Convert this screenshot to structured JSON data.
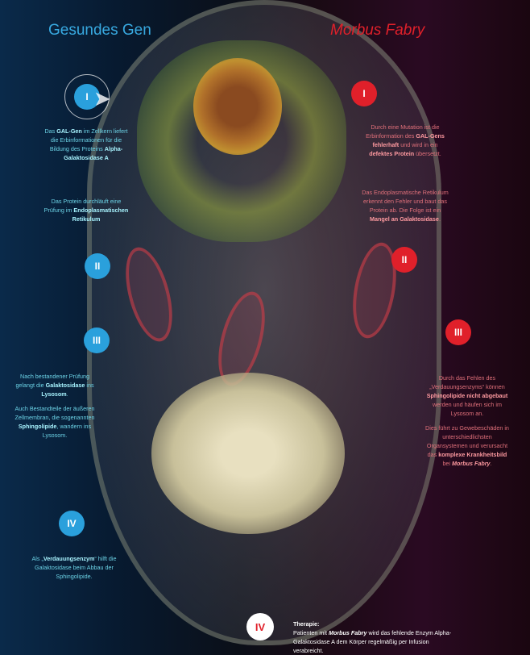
{
  "titles": {
    "left": "Gesundes Gen",
    "right": "Morbus Fabry"
  },
  "badges": {
    "l1": "I",
    "l2": "II",
    "l3": "III",
    "l4": "IV",
    "r1": "I",
    "r2": "II",
    "r3": "III",
    "therapy": "IV"
  },
  "left": [
    [
      [
        "Das ",
        0
      ],
      [
        "GAL-Gen",
        1
      ],
      [
        " im Zellkern liefert die Erbinformationen für die Bildung des Proteins ",
        0
      ],
      [
        "Alpha-Galaktosidase A",
        1
      ]
    ],
    [
      [
        "Das Protein durchläuft eine Prüfung im ",
        0
      ],
      [
        "Endoplasmatischen Retikulum",
        1
      ]
    ],
    [
      [
        "Nach bestandener Prüfung gelangt die ",
        0
      ],
      [
        "Galaktosidase",
        1
      ],
      [
        " ins ",
        0
      ],
      [
        "Lysosom",
        1
      ],
      [
        ".",
        0
      ]
    ],
    [
      [
        "Auch Bestandteile der äußeren Zellmembran, die sogenannten ",
        0
      ],
      [
        "Sphingolipide",
        1
      ],
      [
        ", wandern ins Lysosom.",
        0
      ]
    ],
    [
      [
        "Als „",
        0
      ],
      [
        "Verdauungsenzym",
        1
      ],
      [
        "“ hilft die Galaktosidase beim Abbau der Sphingolipide.",
        0
      ]
    ]
  ],
  "right": [
    [
      [
        "Durch eine Mutation ist die Erbinformation des ",
        0
      ],
      [
        "GAL-Gens fehlerhaft",
        1
      ],
      [
        " und wird in ein ",
        0
      ],
      [
        "defektes Protein",
        1
      ],
      [
        " übersetzt.",
        0
      ]
    ],
    [
      [
        "Das Endoplasmatische Retikulum erkennt den Fehler und baut das Protein ab. Die Folge ist ein ",
        0
      ],
      [
        "Mangel an Galaktosidase",
        1
      ],
      [
        ".",
        0
      ]
    ],
    [
      [
        "Durch das Fehlen des „Verdauungsenzyms“ können ",
        0
      ],
      [
        "Sphingolipide nicht abgebaut",
        1
      ],
      [
        " werden und häufen sich im Lysosom an.",
        0
      ]
    ],
    [
      [
        "Dies führt zu Gewebeschäden in unterschiedlichsten Organsystemen und verursacht das ",
        0
      ],
      [
        "komplexe Krankheitsbild",
        1
      ],
      [
        " bei ",
        0
      ],
      [
        "Morbus Fabry",
        1
      ],
      [
        ".",
        0
      ]
    ]
  ],
  "therapy": [
    [
      [
        "Therapie:",
        1
      ]
    ],
    [
      [
        "Patienten mit ",
        0
      ],
      [
        "Morbus Fabry",
        1
      ],
      [
        " wird das fehlende Enzym Alpha-Galaktosidase A dem Körper regelmäßig per Infusion verabreicht.",
        0
      ]
    ]
  ]
}
